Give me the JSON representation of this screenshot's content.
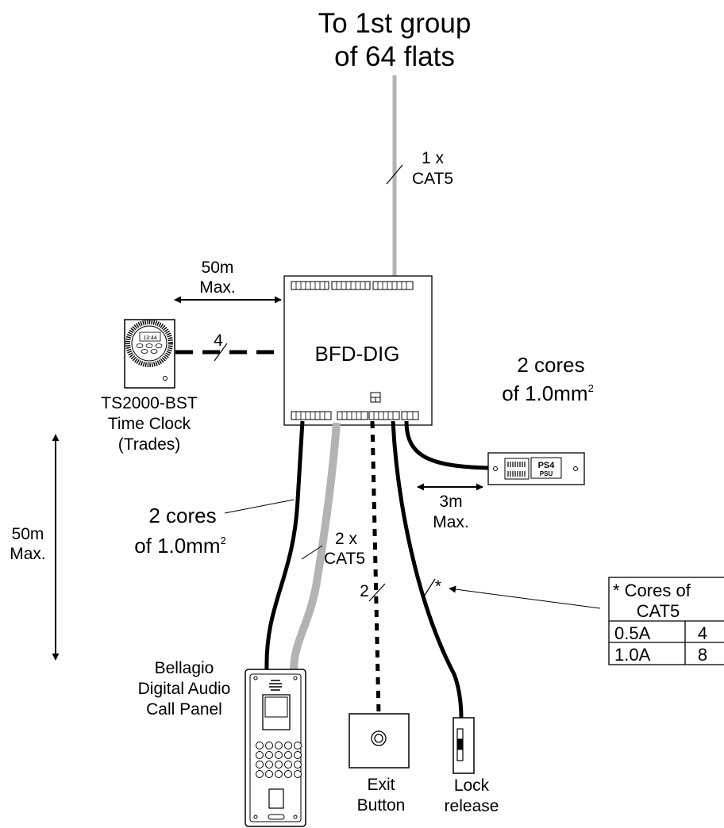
{
  "top_label": {
    "line1": "To 1st group",
    "line2": "of 64 flats"
  },
  "cat5_top": {
    "line1": "1 x",
    "line2": "CAT5"
  },
  "controller": {
    "label": "BFD-DIG"
  },
  "distance_upper": {
    "line1": "50m",
    "line2": "Max."
  },
  "clock_cable_count": "4",
  "time_clock": {
    "line1": "TS2000-BST",
    "line2": "Time Clock",
    "line3": "(Trades)",
    "display": "13:44"
  },
  "psu_cable": {
    "line1": "2 cores",
    "line2": "of 1.0mm",
    "sup": "2"
  },
  "psu": {
    "brand": "PS4",
    "sub": "PSU"
  },
  "distance_psu": {
    "line1": "3m",
    "line2": "Max."
  },
  "distance_left": {
    "line1": "50m",
    "line2": "Max."
  },
  "panel_cable": {
    "line1": "2 cores",
    "line2": "of 1.0mm",
    "sup": "2"
  },
  "cat5_panel": {
    "line1": "2 x",
    "line2": "CAT5"
  },
  "exit_cable_count": "2",
  "lock_cable_mark": "*",
  "cores_table": {
    "title_line1": "* Cores of",
    "title_line2": "CAT5",
    "rows": [
      {
        "current": "0.5A",
        "cores": "4"
      },
      {
        "current": "1.0A",
        "cores": "8"
      }
    ]
  },
  "call_panel": {
    "line1": "Bellagio",
    "line2": "Digital Audio",
    "line3": "Call Panel"
  },
  "exit_button": {
    "line1": "Exit",
    "line2": "Button"
  },
  "lock_release": {
    "line1": "Lock",
    "line2": "release"
  },
  "colors": {
    "line": "#000000",
    "grey_cable": "#b3b3b3"
  }
}
